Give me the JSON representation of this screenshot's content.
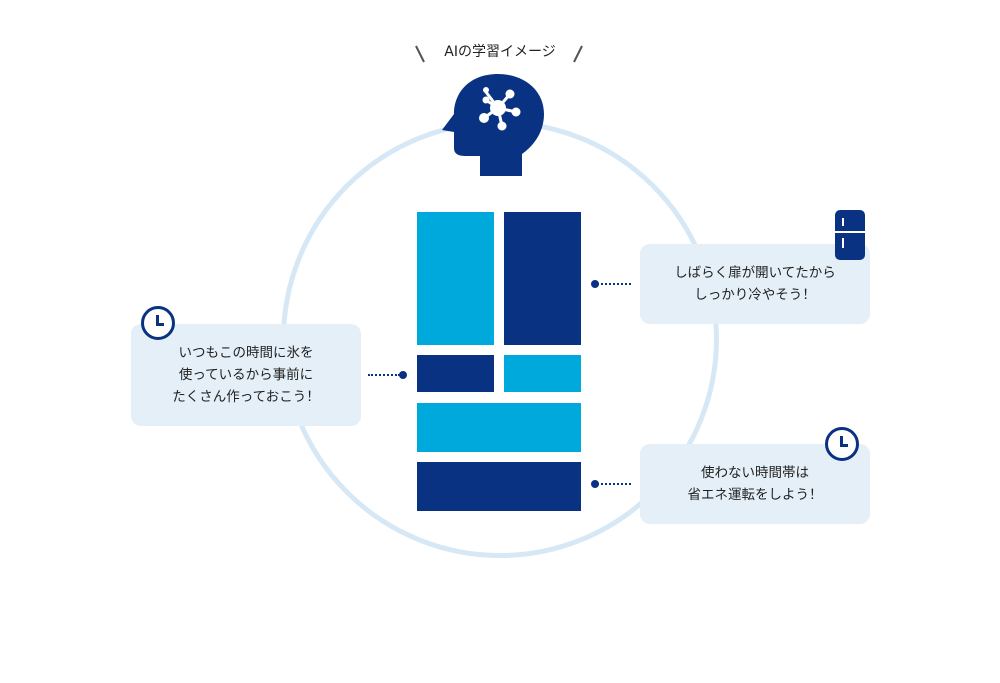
{
  "title": "AIの学習イメージ",
  "colors": {
    "navy": "#0a3282",
    "cyan": "#00a9dc",
    "ring": "#d6e8f5",
    "bubble": "#e4eff7"
  },
  "icons": {
    "head": "ai-head-icon",
    "clock": "clock-icon",
    "fridge": "refrigerator-icon"
  },
  "bubbles": {
    "left": {
      "lines": [
        "いつもこの時間に氷を",
        "使っているから事前に",
        "たくさん作っておこう！"
      ]
    },
    "top_right": {
      "lines": [
        "しばらく扉が開いてたから",
        "しっかり冷やそう！"
      ]
    },
    "bottom_right": {
      "lines": [
        "使わない時間帯は",
        "省エネ運転をしよう！"
      ]
    }
  },
  "fridge": {
    "compartments": [
      {
        "name": "upper-left-door",
        "color": "cyan"
      },
      {
        "name": "upper-right-door",
        "color": "navy"
      },
      {
        "name": "middle-left-drawer",
        "color": "navy"
      },
      {
        "name": "middle-right-drawer",
        "color": "cyan"
      },
      {
        "name": "lower-drawer",
        "color": "cyan"
      },
      {
        "name": "bottom-drawer",
        "color": "navy"
      }
    ]
  }
}
